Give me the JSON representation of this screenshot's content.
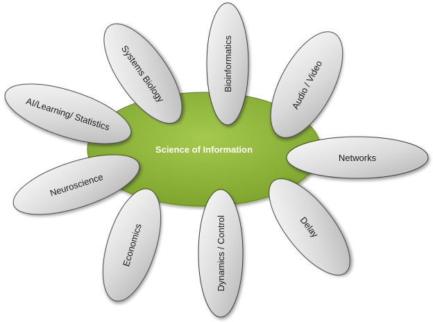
{
  "center": {
    "label": "Science of Information"
  },
  "petals": [
    {
      "id": "systems-biology",
      "label": "Systems Biology"
    },
    {
      "id": "bioinformatics",
      "label": "Bioinformatics"
    },
    {
      "id": "audio-video",
      "label": "Audio / Video"
    },
    {
      "id": "networks",
      "label": "Networks"
    },
    {
      "id": "delay",
      "label": "Delay"
    },
    {
      "id": "dynamics-control",
      "label": "Dynamics / Control"
    },
    {
      "id": "economics",
      "label": "Economics"
    },
    {
      "id": "neuroscience",
      "label": "Neuroscience"
    },
    {
      "id": "ai-learning-statistics",
      "label": "AI/Learning/ Statistics"
    }
  ],
  "colors": {
    "center_fill": "#8db43a",
    "center_edge": "#5e7f1e",
    "petal_light": "#f6f6f6",
    "petal_dark": "#b9b9b9",
    "petal_edge": "#3c3c3c"
  }
}
